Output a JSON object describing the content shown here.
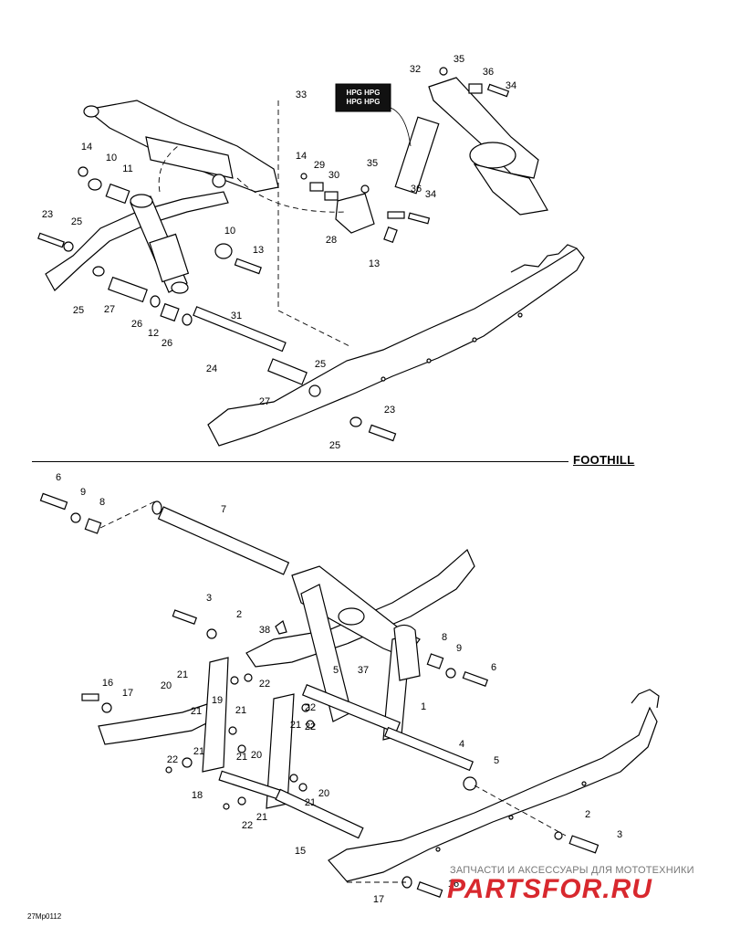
{
  "diagram": {
    "section_title": "FOOTHILL",
    "figure_ref": "27Mp0112",
    "decal_text": "HPG",
    "watermark": {
      "subtitle": "ЗАПЧАСТИ И АКСЕССУАРЫ ДЛЯ МОТОТЕХНИКИ",
      "logo": "PARTSFOR.RU"
    },
    "callouts_top": [
      "35",
      "32",
      "36",
      "34",
      "33",
      "14",
      "10",
      "11",
      "14",
      "29",
      "30",
      "35",
      "36",
      "34",
      "28",
      "23",
      "25",
      "10",
      "13",
      "13",
      "25",
      "27",
      "26",
      "12",
      "26",
      "31",
      "24",
      "25",
      "27",
      "23",
      "25"
    ],
    "callouts_bottom": [
      "6",
      "9",
      "8",
      "7",
      "3",
      "2",
      "38",
      "8",
      "9",
      "6",
      "16",
      "17",
      "20",
      "21",
      "22",
      "19",
      "21",
      "21",
      "22",
      "37",
      "5",
      "1",
      "21",
      "22",
      "22",
      "21",
      "21",
      "20",
      "4",
      "5",
      "18",
      "21",
      "20",
      "22",
      "21",
      "15",
      "2",
      "3",
      "17",
      "16"
    ]
  }
}
